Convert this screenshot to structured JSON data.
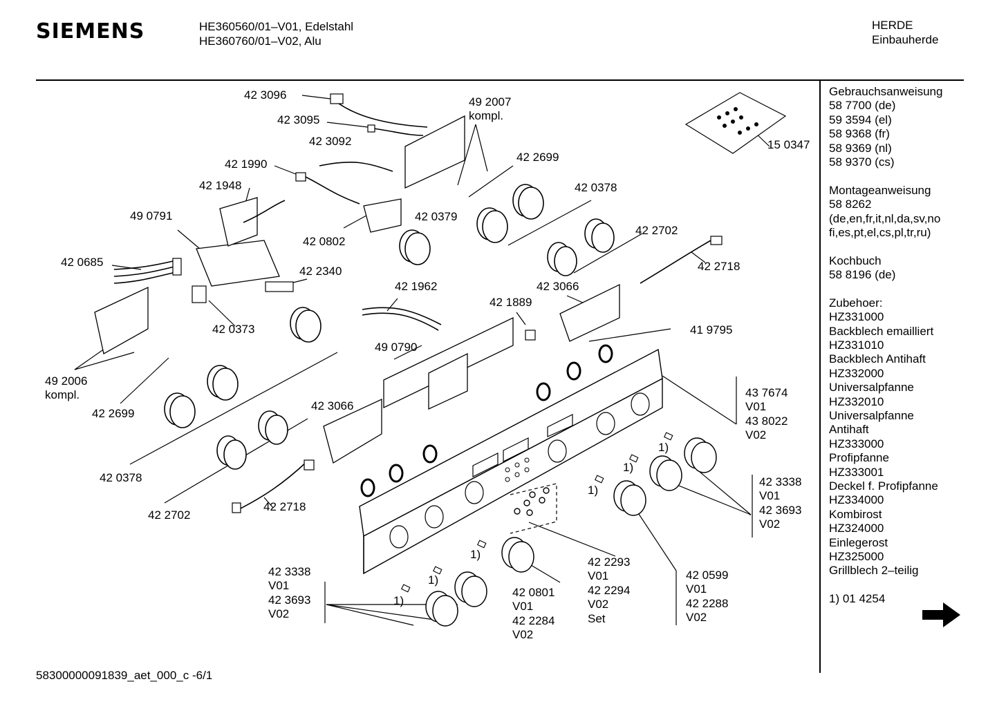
{
  "header": {
    "brand": "SIEMENS",
    "model_line_1": "HE360560/01–V01, Edelstahl",
    "model_line_2": "HE360760/01–V02, Alu",
    "category_1": "HERDE",
    "category_2": "Einbauherde"
  },
  "sidebar": {
    "lines": [
      "Gebrauchsanweisung",
      "58 7700 (de)",
      "59 3594 (el)",
      "58 9368 (fr)",
      "58 9369 (nl)",
      "58 9370 (cs)",
      "",
      "Montageanweisung",
      "58 8262",
      "(de,en,fr,it,nl,da,sv,no",
      "fi,es,pt,el,cs,pl,tr,ru)",
      "",
      "Kochbuch",
      "58 8196 (de)",
      "",
      "Zubehoer:",
      "HZ331000",
      "Backblech emailliert",
      "HZ331010",
      "Backblech Antihaft",
      "HZ332000",
      "Universalpfanne",
      "HZ332010",
      "Universalpfanne",
      "Antihaft",
      "HZ333000",
      "Profipfanne",
      "HZ333001",
      "Deckel f. Profipfanne",
      "HZ334000",
      "Kombirost",
      "HZ324000",
      "Einlegerost",
      "HZ325000",
      "Grillblech 2–teilig",
      "",
      "1) 01 4254"
    ]
  },
  "parts": [
    {
      "id": "p423096",
      "lines": [
        "42 3096"
      ]
    },
    {
      "id": "p423095",
      "lines": [
        "42 3095"
      ]
    },
    {
      "id": "p423092",
      "lines": [
        "42 3092"
      ]
    },
    {
      "id": "p421990",
      "lines": [
        "42 1990"
      ]
    },
    {
      "id": "p421948",
      "lines": [
        "42 1948"
      ]
    },
    {
      "id": "p490791",
      "lines": [
        "49 0791"
      ]
    },
    {
      "id": "p420685",
      "lines": [
        "42 0685"
      ]
    },
    {
      "id": "p420802",
      "lines": [
        "42 0802"
      ]
    },
    {
      "id": "p420379",
      "lines": [
        "42 0379"
      ]
    },
    {
      "id": "p492007",
      "lines": [
        "49 2007",
        "kompl."
      ]
    },
    {
      "id": "p422699a",
      "lines": [
        "42 2699"
      ]
    },
    {
      "id": "p420378a",
      "lines": [
        "42 0378"
      ]
    },
    {
      "id": "p422702a",
      "lines": [
        "42 2702"
      ]
    },
    {
      "id": "p422718a",
      "lines": [
        "42 2718"
      ]
    },
    {
      "id": "p150347",
      "lines": [
        "15 0347"
      ]
    },
    {
      "id": "p422340",
      "lines": [
        "42 2340"
      ]
    },
    {
      "id": "p421962",
      "lines": [
        "42 1962"
      ]
    },
    {
      "id": "p421889",
      "lines": [
        "42 1889"
      ]
    },
    {
      "id": "p423066a",
      "lines": [
        "42 3066"
      ]
    },
    {
      "id": "p419795",
      "lines": [
        "41  9795"
      ]
    },
    {
      "id": "p420373",
      "lines": [
        "42 0373"
      ]
    },
    {
      "id": "p490790",
      "lines": [
        "49 0790"
      ]
    },
    {
      "id": "p492006",
      "lines": [
        "49 2006",
        "kompl."
      ]
    },
    {
      "id": "p422699b",
      "lines": [
        "42 2699"
      ]
    },
    {
      "id": "p423066b",
      "lines": [
        "42 3066"
      ]
    },
    {
      "id": "p437674",
      "lines": [
        "43 7674",
        "V01",
        "43 8022",
        "V02"
      ]
    },
    {
      "id": "p420378b",
      "lines": [
        "42 0378"
      ]
    },
    {
      "id": "p422702b",
      "lines": [
        "42 2702"
      ]
    },
    {
      "id": "p422718b",
      "lines": [
        "42 2718"
      ]
    },
    {
      "id": "p423338a",
      "lines": [
        "42 3338",
        "V01",
        "42 3693",
        "V02"
      ]
    },
    {
      "id": "p423338b",
      "lines": [
        "42 3338",
        "V01",
        "42 3693",
        "V02"
      ]
    },
    {
      "id": "p422293",
      "lines": [
        "42 2293",
        "V01",
        "42 2294",
        "V02",
        "Set"
      ]
    },
    {
      "id": "p420599",
      "lines": [
        "42 0599",
        "V01",
        "42 2288",
        "V02"
      ]
    },
    {
      "id": "p420801",
      "lines": [
        "42 0801",
        "V01",
        "42 2284",
        "V02"
      ]
    },
    {
      "id": "fn1a",
      "lines": [
        "1)"
      ]
    },
    {
      "id": "fn1b",
      "lines": [
        "1)"
      ]
    },
    {
      "id": "fn1c",
      "lines": [
        "1)"
      ]
    },
    {
      "id": "fn1d",
      "lines": [
        "1)"
      ]
    },
    {
      "id": "fn1e",
      "lines": [
        "1)"
      ]
    },
    {
      "id": "fn1f",
      "lines": [
        "1)"
      ]
    }
  ],
  "footer": {
    "code": "58300000091839_aet_000_c  -6/1"
  },
  "icons": {
    "next_page": "right-arrow-icon"
  }
}
